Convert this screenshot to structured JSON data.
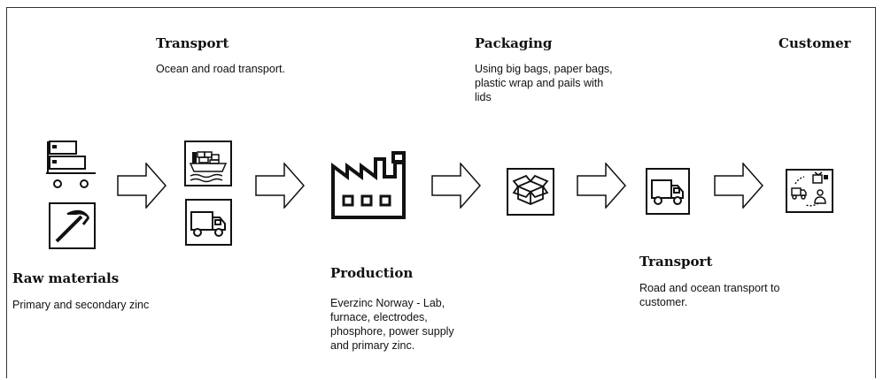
{
  "stages": {
    "raw_materials": {
      "title": "Raw materials",
      "description": "Primary and secondary zinc"
    },
    "transport_in": {
      "title": "Transport",
      "description": "Ocean and road transport."
    },
    "production": {
      "title": "Production",
      "description": "Everzinc Norway - Lab, furnace, electrodes, phosphore, power supply and primary zinc."
    },
    "packaging": {
      "title": "Packaging",
      "description": "Using big bags, paper bags, plastic wrap and pails with lids"
    },
    "transport_out": {
      "title": "Transport",
      "description": "Road and ocean transport to customer."
    },
    "customer": {
      "title": "Customer"
    }
  },
  "icons": [
    "storage-cart-icon",
    "pickaxe-icon",
    "ship-icon",
    "truck-icon",
    "factory-icon",
    "box-icon",
    "customer-delivery-icon",
    "arrow-icon"
  ],
  "colors": {
    "line": "#111111",
    "background": "#ffffff"
  }
}
